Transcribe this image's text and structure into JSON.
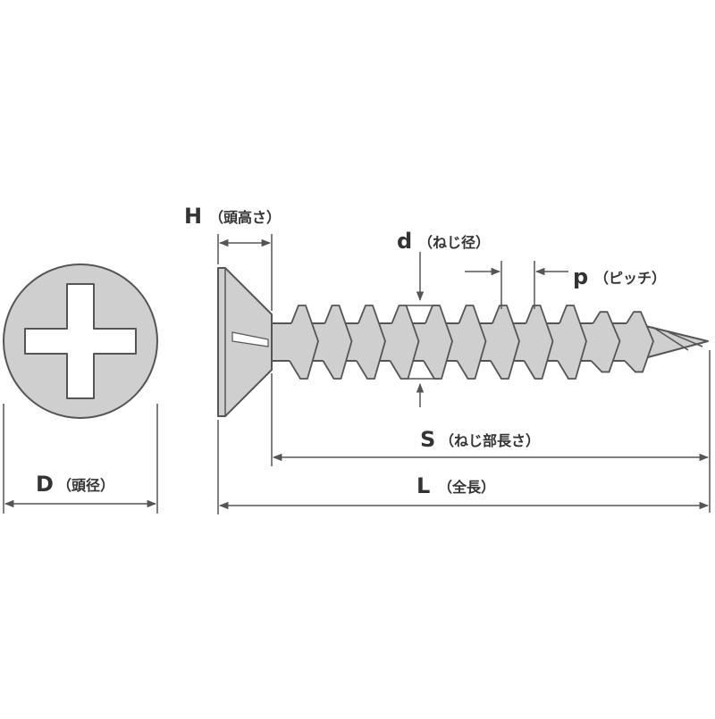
{
  "labels": {
    "head_height": {
      "symbol": "H",
      "text": "（頭高さ）"
    },
    "thread_diameter": {
      "symbol": "d",
      "text": "（ねじ径）"
    },
    "pitch": {
      "symbol": "p",
      "text": "（ピッチ）"
    },
    "thread_length": {
      "symbol": "S",
      "text": "（ねじ部長さ）"
    },
    "head_diameter": {
      "symbol": "D",
      "text": "（頭径）"
    },
    "total_length": {
      "symbol": "L",
      "text": "（全長）"
    }
  },
  "colors": {
    "line": "#555555",
    "fill": "#cfcfcf",
    "cross": "#ffffff"
  }
}
